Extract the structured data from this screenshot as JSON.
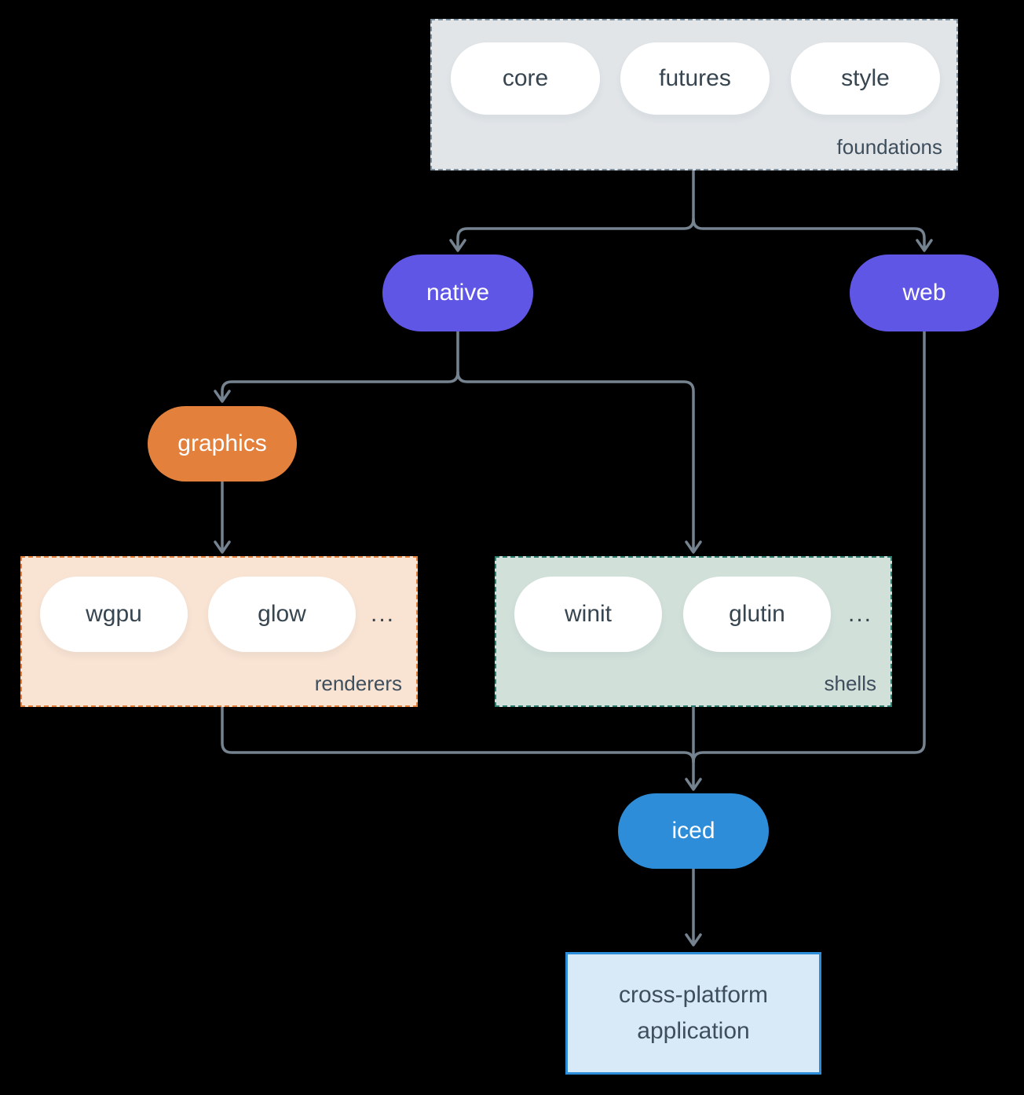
{
  "colors": {
    "background": "#000000",
    "connector": "#75828f",
    "purple": "#6056e6",
    "orange": "#e2803c",
    "blue": "#2d8dd9",
    "foundations_fill": "#e1e5e8",
    "foundations_border": "#7d90a0",
    "renderers_fill": "#f9e3d3",
    "shells_fill": "#d2e0da",
    "shells_border": "#2f7d6e",
    "app_fill": "#d8e9f8",
    "pill_text": "#36454f",
    "label_text": "#3e4e5c"
  },
  "foundations": {
    "label": "foundations",
    "pills": [
      "core",
      "futures",
      "style"
    ]
  },
  "native": {
    "label": "native"
  },
  "web": {
    "label": "web"
  },
  "graphics": {
    "label": "graphics"
  },
  "renderers": {
    "label": "renderers",
    "pills": [
      "wgpu",
      "glow"
    ],
    "ellipsis": "..."
  },
  "shells": {
    "label": "shells",
    "pills": [
      "winit",
      "glutin"
    ],
    "ellipsis": "..."
  },
  "iced": {
    "label": "iced"
  },
  "app": {
    "line1": "cross-platform",
    "line2": "application"
  }
}
